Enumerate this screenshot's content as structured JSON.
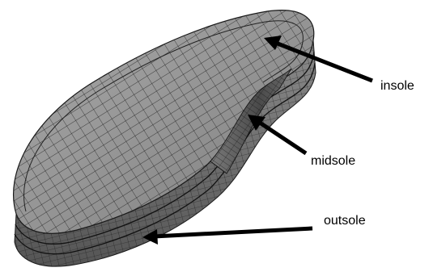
{
  "labels": {
    "insole": "insole",
    "midsole": "midsole",
    "outsole": "outsole"
  },
  "colors": {
    "mesh_fill_top": "#9a9a9a",
    "mesh_fill_side": "#6e6e6e",
    "mesh_line": "#1a1a1a",
    "arrow": "#000000",
    "background": "#ffffff"
  }
}
